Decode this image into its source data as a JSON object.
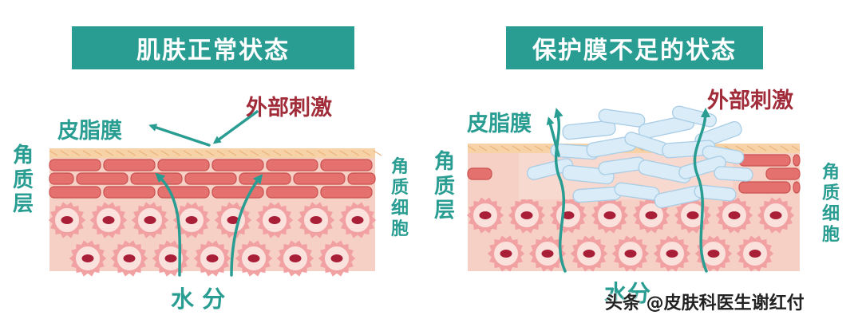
{
  "left": {
    "title": "肌肤正常状态",
    "sebum_label": "皮脂膜",
    "irritant_label": "外部刺激",
    "stratum_label": "角质层",
    "cell_label": "角质细胞",
    "water_label": "水 分"
  },
  "right": {
    "title": "保护膜不足的状态",
    "sebum_label": "皮脂膜",
    "irritant_label": "外部刺激",
    "stratum_label": "角质层",
    "cell_label": "角质细胞",
    "water_label": "水分"
  },
  "watermark": "头条 @皮肤科医生谢红付",
  "colors": {
    "teal": "#2a9d92",
    "dark_red": "#a12c3a",
    "brick": "#e5716f",
    "skin": "#f6cfc5",
    "cell_ring": "#f2a1a2",
    "nucleus": "#a81f37",
    "flake": "#d9ecf7"
  }
}
